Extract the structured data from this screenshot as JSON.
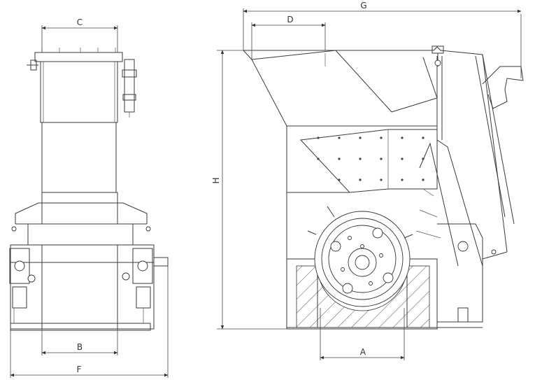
{
  "dimension_labels": {
    "A": "A",
    "B": "B",
    "C": "C",
    "D": "D",
    "F": "F",
    "G": "G",
    "H": "H"
  }
}
